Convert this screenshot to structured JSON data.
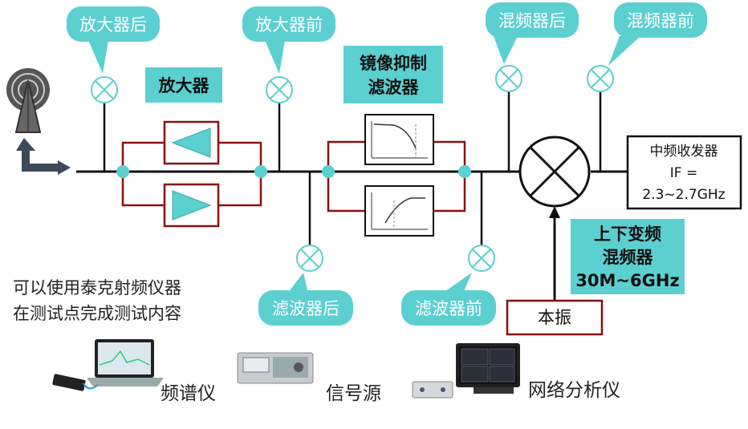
{
  "colors": {
    "accent": "#5ccfd0",
    "accent_light": "#a6e3e1",
    "line": "#111111",
    "path_red": "#8a1010"
  },
  "callouts": {
    "amp_after": "放大器后",
    "amp_before": "放大器前",
    "mixer_after": "混频器后",
    "mixer_before": "混频器前",
    "filter_after": "滤波器后",
    "filter_before": "滤波器前"
  },
  "blocks": {
    "amplifier": "放大器",
    "image_reject_line1": "镜像抑制",
    "image_reject_line2": "滤波器",
    "if_transceiver_line1": "中频收发器",
    "if_transceiver_line2": "IF =",
    "if_transceiver_line3": "2.3~2.7GHz",
    "updown_line1": "上下变频",
    "updown_line2": "混频器",
    "updown_line3": "30M~6GHz",
    "local_osc": "本振"
  },
  "note": {
    "line1": "可以使用泰克射频仪器",
    "line2": "在测试点完成测试内容"
  },
  "instruments": {
    "spectrum": "频谱仪",
    "signal_source": "信号源",
    "network_analyzer": "网络分析仪"
  },
  "icons": {
    "antenna": "antenna-icon",
    "probe": "test-point-icon",
    "mixer": "mixer-icon"
  }
}
